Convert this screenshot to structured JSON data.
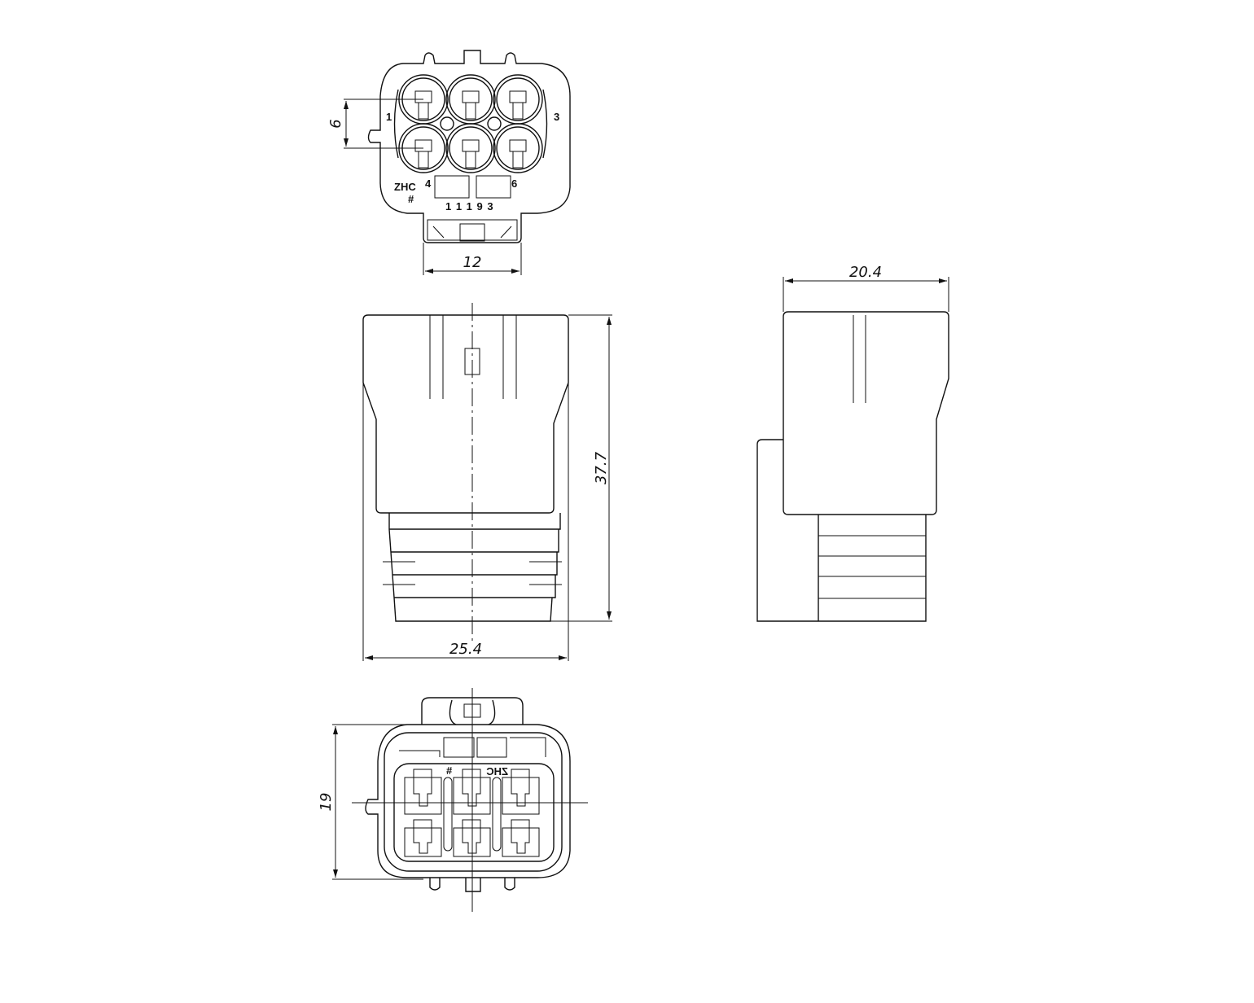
{
  "top_view": {
    "pin_labels": [
      "1",
      "3",
      "4",
      "6"
    ],
    "brand": "ZHC",
    "mark": "#",
    "code": "1 1 1 9 3",
    "dim_pitch": "6",
    "dim_width": "12"
  },
  "front_view": {
    "dim_height": "37.7",
    "dim_width": "25.4"
  },
  "side_view": {
    "dim_width": "20.4"
  },
  "bottom_view": {
    "brand_mirrored": "ZHC",
    "mark": "#",
    "dim_height": "19"
  }
}
